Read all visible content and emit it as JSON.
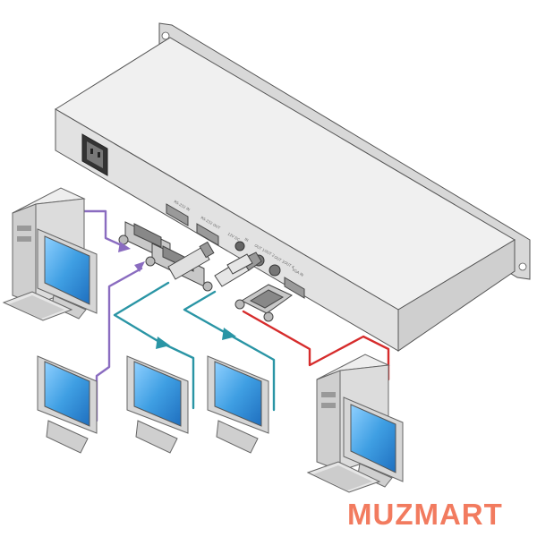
{
  "diagram": {
    "port_labels": [
      "RS-232 IN",
      "RS-232 OUT",
      "12V DC",
      "IN",
      "OUT 1",
      "OUT 2",
      "OUT 3",
      "OUT 4",
      "VGA IN"
    ]
  },
  "watermark": {
    "text": "MUZMART",
    "color": "#f27b5f"
  },
  "colors": {
    "cable_input": "#8a6cc0",
    "cable_output": "#2a95a5",
    "cable_loop": "#d62c2c",
    "screen": "#3f9fe3",
    "device_body": "#dcdcdc"
  }
}
